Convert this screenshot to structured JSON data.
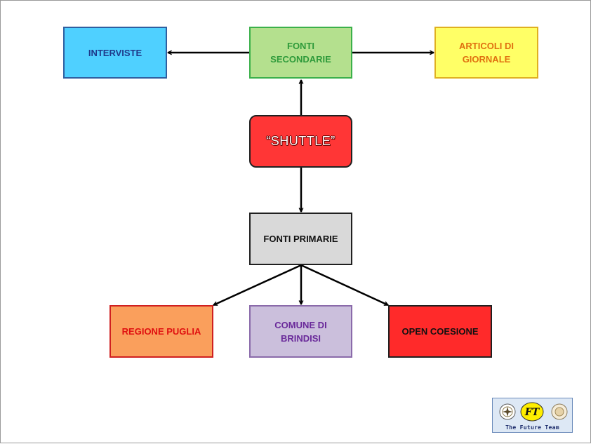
{
  "boxes": {
    "interviste": "INTERVISTE",
    "fonti_secondarie": "FONTI\nSECONDARIE",
    "articoli": "ARTICOLI DI\nGIORNALE",
    "shuttle": "“SHUTTLE”",
    "fonti_primarie": "FONTI PRIMARIE",
    "regione": "REGIONE PUGLIA",
    "comune": "COMUNE DI\nBRINDISI",
    "open": "OPEN COESIONE"
  },
  "logo": {
    "badge": "FT",
    "caption": "The Future Team"
  },
  "colors": {
    "arrow": "#000000",
    "badge": "#ffee00"
  }
}
